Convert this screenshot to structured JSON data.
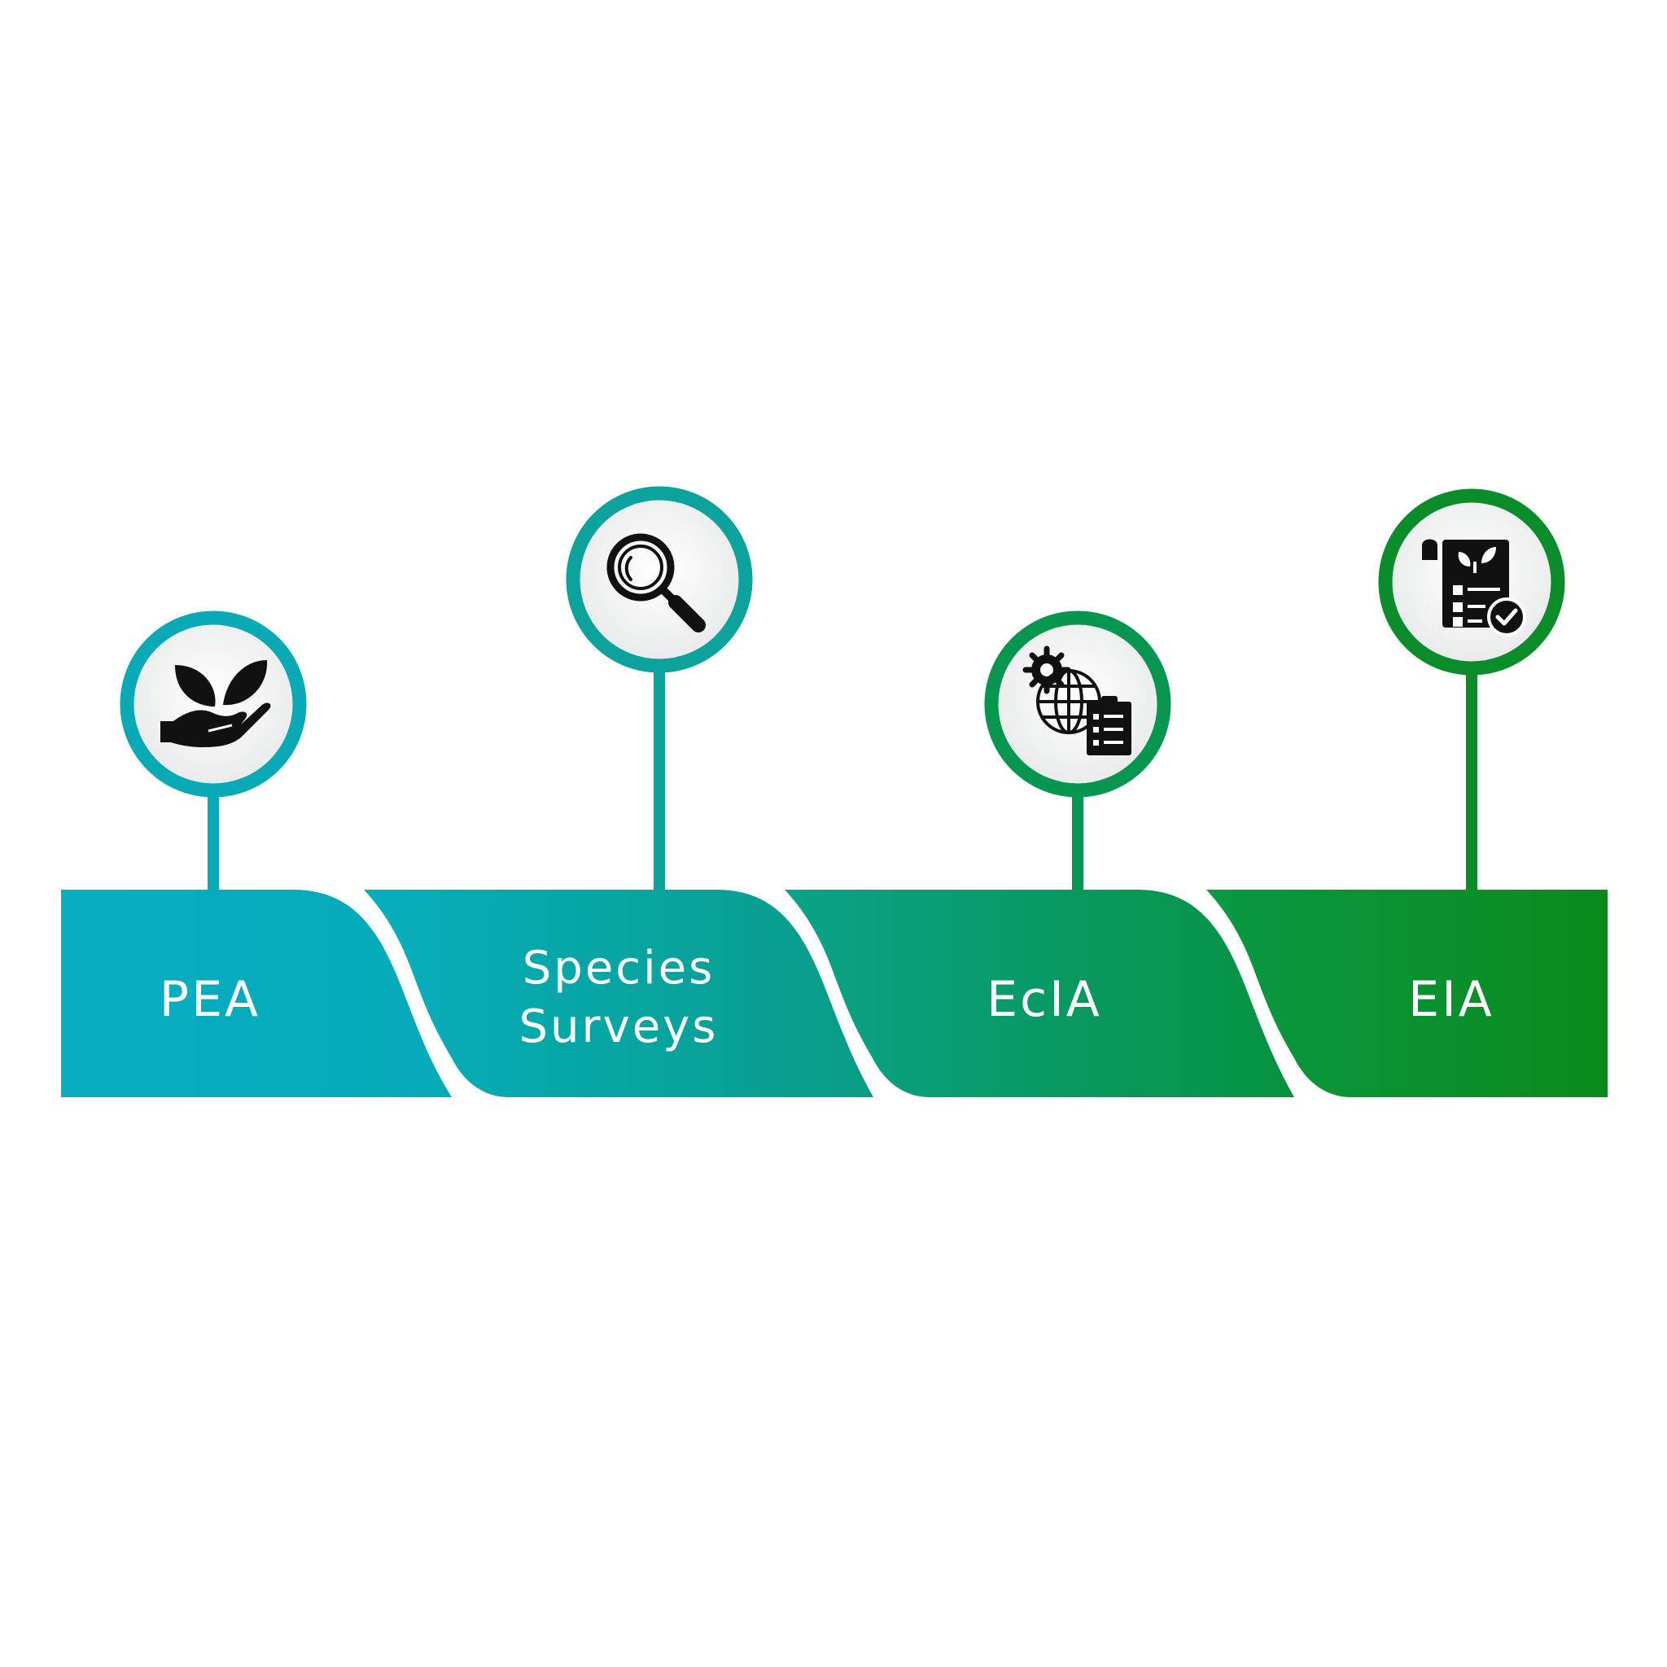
{
  "steps": [
    {
      "label_lines": [
        "PEA"
      ],
      "icon": "hand-sprout-icon",
      "color": "#0aa8b4"
    },
    {
      "label_lines": [
        "Species",
        "Surveys"
      ],
      "icon": "magnifying-glass-icon",
      "color": "#0ba29b"
    },
    {
      "label_lines": [
        "EcIA"
      ],
      "icon": "gear-globe-clipboard-icon",
      "color": "#06966b"
    },
    {
      "label_lines": [
        "EIA"
      ],
      "icon": "plant-checklist-icon",
      "color": "#078a2c"
    }
  ],
  "colors": {
    "ring_fill": "#f1f2f2",
    "icon_ink": "#111111"
  }
}
